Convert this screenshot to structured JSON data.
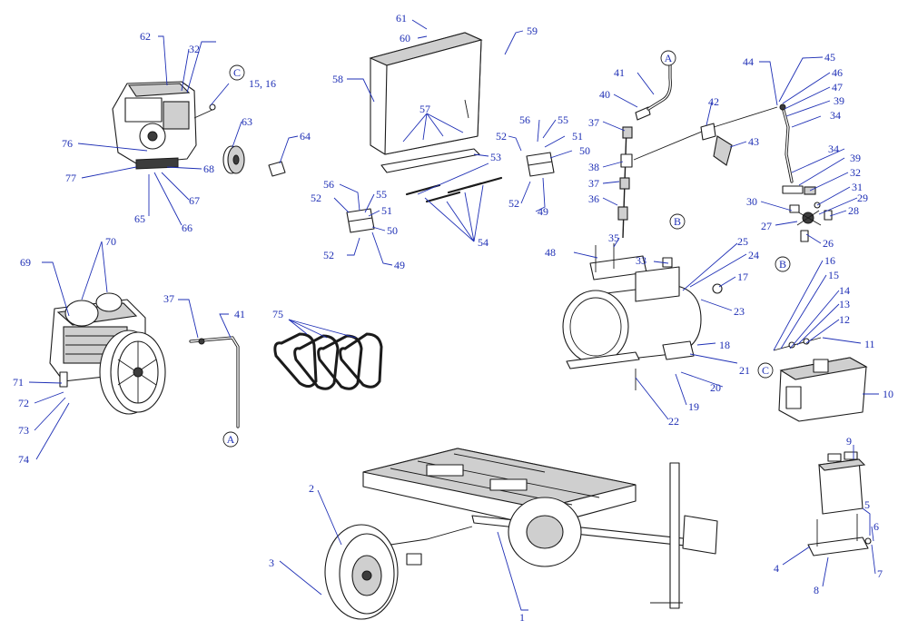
{
  "callouts": [
    {
      "id": "c1",
      "text": "1"
    },
    {
      "id": "c2",
      "text": "2"
    },
    {
      "id": "c3",
      "text": "3"
    },
    {
      "id": "c4",
      "text": "4"
    },
    {
      "id": "c5",
      "text": "5"
    },
    {
      "id": "c6",
      "text": "6"
    },
    {
      "id": "c7",
      "text": "7"
    },
    {
      "id": "c8",
      "text": "8"
    },
    {
      "id": "c9",
      "text": "9"
    },
    {
      "id": "c10",
      "text": "10"
    },
    {
      "id": "c11",
      "text": "11"
    },
    {
      "id": "c12",
      "text": "12"
    },
    {
      "id": "c13",
      "text": "13"
    },
    {
      "id": "c14",
      "text": "14"
    },
    {
      "id": "c15",
      "text": "15"
    },
    {
      "id": "c16",
      "text": "16"
    },
    {
      "id": "c17",
      "text": "17"
    },
    {
      "id": "c18",
      "text": "18"
    },
    {
      "id": "c19",
      "text": "19"
    },
    {
      "id": "c20",
      "text": "20"
    },
    {
      "id": "c21",
      "text": "21"
    },
    {
      "id": "c22",
      "text": "22"
    },
    {
      "id": "c23",
      "text": "23"
    },
    {
      "id": "c24",
      "text": "24"
    },
    {
      "id": "c25",
      "text": "25"
    },
    {
      "id": "c26",
      "text": "26"
    },
    {
      "id": "c27",
      "text": "27"
    },
    {
      "id": "c28",
      "text": "28"
    },
    {
      "id": "c29",
      "text": "29"
    },
    {
      "id": "c30",
      "text": "30"
    },
    {
      "id": "c31",
      "text": "31"
    },
    {
      "id": "c32",
      "text": "32"
    },
    {
      "id": "c32b",
      "text": "32"
    },
    {
      "id": "c33",
      "text": "33"
    },
    {
      "id": "c34a",
      "text": "34"
    },
    {
      "id": "c34b",
      "text": "34"
    },
    {
      "id": "c35",
      "text": "35"
    },
    {
      "id": "c36",
      "text": "36"
    },
    {
      "id": "c37a",
      "text": "37"
    },
    {
      "id": "c37b",
      "text": "37"
    },
    {
      "id": "c37c",
      "text": "37"
    },
    {
      "id": "c38",
      "text": "38"
    },
    {
      "id": "c39a",
      "text": "39"
    },
    {
      "id": "c39b",
      "text": "39"
    },
    {
      "id": "c40",
      "text": "40"
    },
    {
      "id": "c41a",
      "text": "41"
    },
    {
      "id": "c41b",
      "text": "41"
    },
    {
      "id": "c42",
      "text": "42"
    },
    {
      "id": "c43",
      "text": "43"
    },
    {
      "id": "c44",
      "text": "44"
    },
    {
      "id": "c45",
      "text": "45"
    },
    {
      "id": "c46",
      "text": "46"
    },
    {
      "id": "c47",
      "text": "47"
    },
    {
      "id": "c48",
      "text": "48"
    },
    {
      "id": "c49a",
      "text": "49"
    },
    {
      "id": "c49b",
      "text": "49"
    },
    {
      "id": "c50a",
      "text": "50"
    },
    {
      "id": "c50b",
      "text": "50"
    },
    {
      "id": "c51a",
      "text": "51"
    },
    {
      "id": "c51b",
      "text": "51"
    },
    {
      "id": "c52a",
      "text": "52"
    },
    {
      "id": "c52b",
      "text": "52"
    },
    {
      "id": "c52c",
      "text": "52"
    },
    {
      "id": "c52d",
      "text": "52"
    },
    {
      "id": "c53",
      "text": "53"
    },
    {
      "id": "c54",
      "text": "54"
    },
    {
      "id": "c55a",
      "text": "55"
    },
    {
      "id": "c55b",
      "text": "55"
    },
    {
      "id": "c56a",
      "text": "56"
    },
    {
      "id": "c56b",
      "text": "56"
    },
    {
      "id": "c57",
      "text": "57"
    },
    {
      "id": "c58",
      "text": "58"
    },
    {
      "id": "c59",
      "text": "59"
    },
    {
      "id": "c60",
      "text": "60"
    },
    {
      "id": "c61",
      "text": "61"
    },
    {
      "id": "c62",
      "text": "62"
    },
    {
      "id": "c63",
      "text": "63"
    },
    {
      "id": "c64",
      "text": "64"
    },
    {
      "id": "c65",
      "text": "65"
    },
    {
      "id": "c66",
      "text": "66"
    },
    {
      "id": "c67",
      "text": "67"
    },
    {
      "id": "c68",
      "text": "68"
    },
    {
      "id": "c69",
      "text": "69"
    },
    {
      "id": "c70",
      "text": "70"
    },
    {
      "id": "c71",
      "text": "71"
    },
    {
      "id": "c72",
      "text": "72"
    },
    {
      "id": "c73",
      "text": "73"
    },
    {
      "id": "c74",
      "text": "74"
    },
    {
      "id": "c75",
      "text": "75"
    },
    {
      "id": "c76",
      "text": "76"
    },
    {
      "id": "c77",
      "text": "77"
    },
    {
      "id": "c1516",
      "text": "15, 16"
    }
  ],
  "connectors": [
    {
      "id": "connA1",
      "text": "A"
    },
    {
      "id": "connA2",
      "text": "A"
    },
    {
      "id": "connB1",
      "text": "B"
    },
    {
      "id": "connB2",
      "text": "B"
    },
    {
      "id": "connC1",
      "text": "C"
    },
    {
      "id": "connC2",
      "text": "C"
    }
  ],
  "colors": {
    "callout": "#1e2fb5",
    "line_art": "#1b1b1b",
    "background": "#ffffff"
  }
}
